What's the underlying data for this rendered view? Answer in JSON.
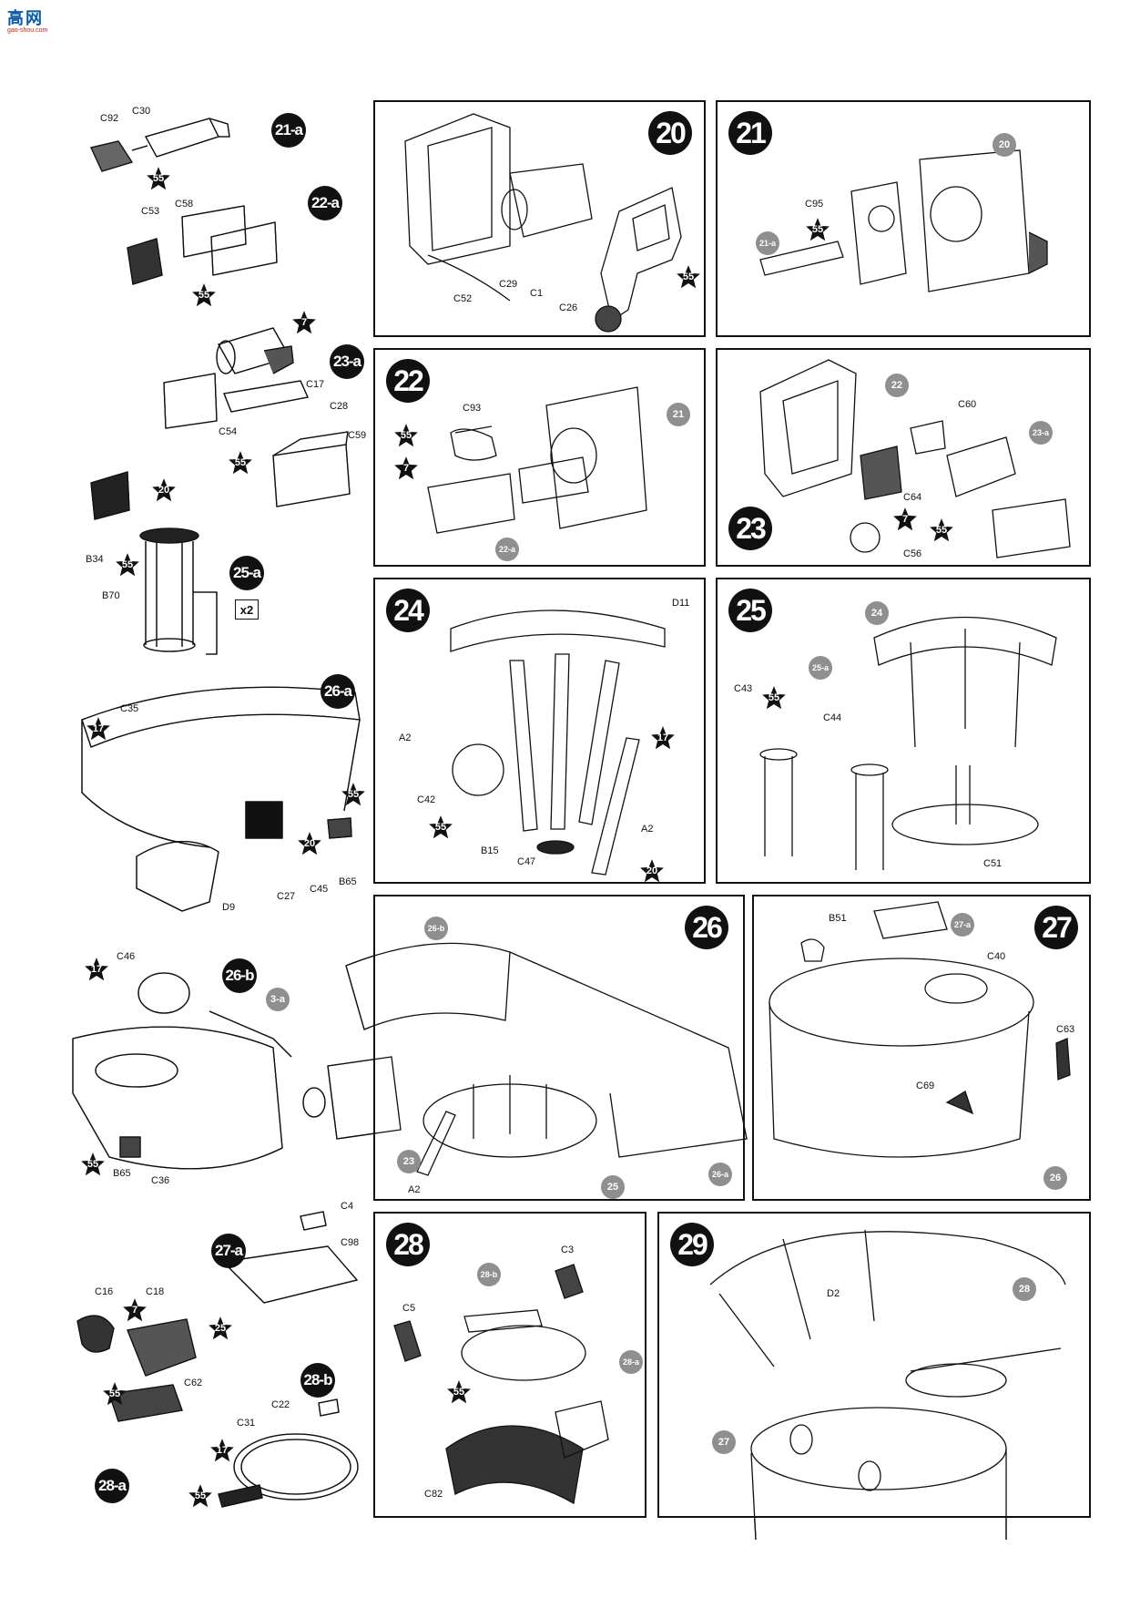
{
  "logo": {
    "text": "高网",
    "url": "gao-shou.com"
  },
  "multiplier": "x2",
  "steps": {
    "s20": "20",
    "s21": "21",
    "s22": "22",
    "s23": "23",
    "s24": "24",
    "s25": "25",
    "s26": "26",
    "s27": "27",
    "s28": "28",
    "s29": "29"
  },
  "subassemblies": {
    "a21": "21-a",
    "a22": "22-a",
    "a23": "23-a",
    "a25": "25-a",
    "a26": "26-a",
    "b26": "26-b",
    "a27": "27-a",
    "b28": "28-b",
    "a28": "28-a"
  },
  "refs": {
    "r21_20": "20",
    "r21_21a": "21-a",
    "r22_21": "21",
    "r22_22a": "22-a",
    "r23_22": "22",
    "r23_23a": "23-a",
    "r25_24": "24",
    "r25_25a": "25-a",
    "r26_26b": "26-b",
    "r26_23": "23",
    "r26_25": "25",
    "r26_26a": "26-a",
    "r26b_3a": "3-a",
    "r27_27a": "27-a",
    "r27_26": "26",
    "r28_28b": "28-b",
    "r28_28a": "28-a",
    "r29_28": "28",
    "r29_27": "27"
  },
  "paint": {
    "p1": "55",
    "p2": "55",
    "p3": "7",
    "p4": "55",
    "p5": "20",
    "p6": "55",
    "p7": "17",
    "p8": "55",
    "p9": "20",
    "p10": "17",
    "p11": "55",
    "p12": "7",
    "p13": "55",
    "p14": "25",
    "p15": "17",
    "p16": "55",
    "p17": "55",
    "p18": "55",
    "p19": "55",
    "p20": "7",
    "p21": "55",
    "p22": "7",
    "p23": "55",
    "p24": "55",
    "p25": "17",
    "p26": "20",
    "p27": "55",
    "p28": "55"
  },
  "parts": {
    "C92": "C92",
    "C30": "C30",
    "C58": "C58",
    "C53": "C53",
    "C17": "C17",
    "C54": "C54",
    "C28": "C28",
    "C59": "C59",
    "B34": "B34",
    "B70": "B70",
    "C35": "C35",
    "C45": "C45",
    "C27": "C27",
    "B65a": "B65",
    "D9": "D9",
    "C46": "C46",
    "B65b": "B65",
    "C36": "C36",
    "C4": "C4",
    "C98": "C98",
    "C16": "C16",
    "C18": "C18",
    "C62": "C62",
    "C22": "C22",
    "C31": "C31",
    "C52": "C52",
    "C29": "C29",
    "C1": "C1",
    "C26": "C26",
    "C95": "C95",
    "C93": "C93",
    "C60": "C60",
    "C64": "C64",
    "C56": "C56",
    "D11": "D11",
    "A2a": "A2",
    "C42": "C42",
    "B15": "B15",
    "C47": "C47",
    "A2b": "A2",
    "C43": "C43",
    "C44": "C44",
    "C51": "C51",
    "A2c": "A2",
    "B51": "B51",
    "C40": "C40",
    "C63": "C63",
    "C69": "C69",
    "C3": "C3",
    "C5": "C5",
    "C82": "C82",
    "D2": "D2"
  },
  "colors": {
    "ink": "#111111",
    "ref_gray": "#8f8f8f",
    "logo_blue": "#0a5aa8",
    "logo_red": "#cc2211"
  }
}
